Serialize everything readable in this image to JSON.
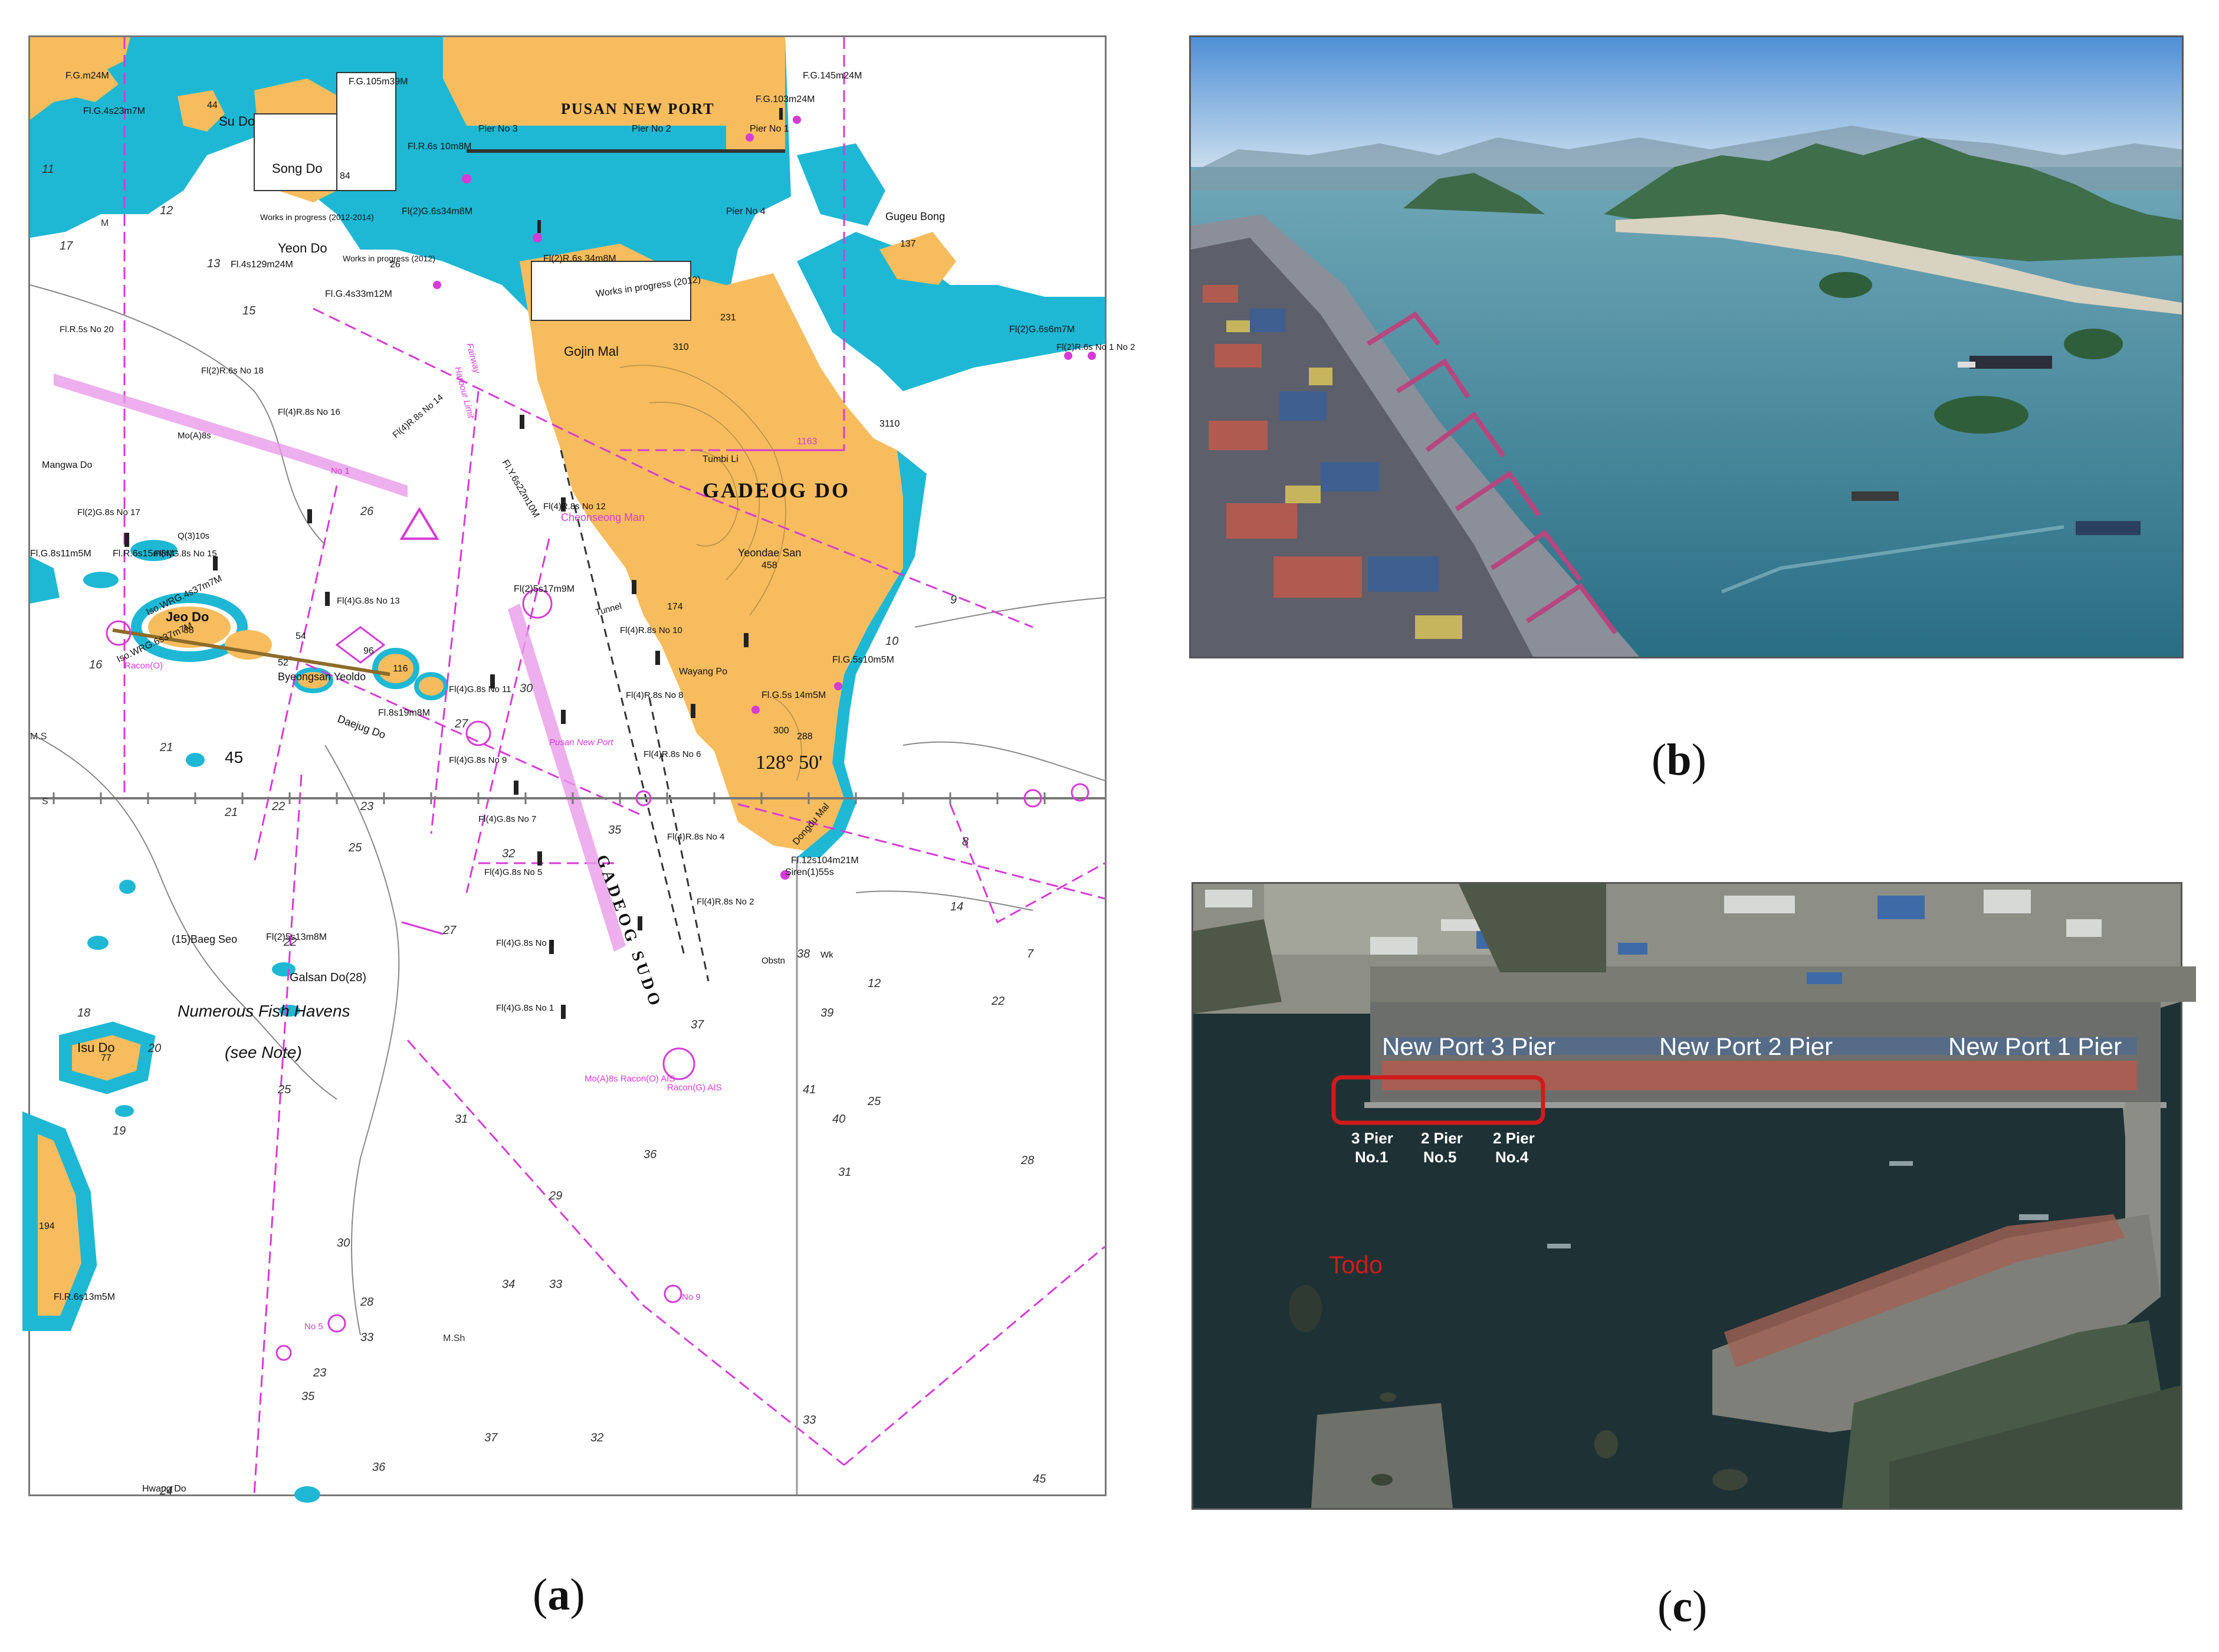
{
  "captions": {
    "a": "a",
    "b": "b",
    "c": "c"
  },
  "colors": {
    "land": "#f6bc5d",
    "shallow": "#1eb8d4",
    "deep": "#ffffff",
    "magenta": "#d63bd6",
    "ocean_b": "#2f7a8f",
    "ocean_c": "#1e3236",
    "highlight": "#d21a1a"
  },
  "chart": {
    "port_title": "PUSAN NEW PORT",
    "island_main": "GADEOG DO",
    "channel": "GADEOG SUDO",
    "fish_havens": "Numerous Fish Havens",
    "see_note": "(see Note)",
    "longitude": "128° 50'",
    "latitude_mark": "45",
    "places": [
      {
        "id": "song-do",
        "name": "Song Do"
      },
      {
        "id": "yeon-do",
        "name": "Yeon Do"
      },
      {
        "id": "jeo-do",
        "name": "Jeo Do"
      },
      {
        "id": "isu-do",
        "name": "Isu Do"
      },
      {
        "id": "su-do",
        "name": "Su Do"
      },
      {
        "id": "gugeu-bong",
        "name": "Gugeu Bong"
      },
      {
        "id": "gojin-mal",
        "name": "Gojin Mal"
      },
      {
        "id": "byeongsan",
        "name": "Byeongsan Yeoldo"
      },
      {
        "id": "daejug-do",
        "name": "Daejug Do"
      },
      {
        "id": "galsan-do",
        "name": "Galsan Do(28)"
      },
      {
        "id": "ubaeg-seo",
        "name": "(15)Baeg Seo"
      },
      {
        "id": "yeondae-san",
        "name": "Yeondae San"
      },
      {
        "id": "cheonseong",
        "name": "Cheonseong Man"
      },
      {
        "id": "tumbi-li",
        "name": "Tumbi Li"
      },
      {
        "id": "wayang-po",
        "name": "Wayang Po"
      },
      {
        "id": "dongdu-mal",
        "name": "Dongdu Mal"
      },
      {
        "id": "mangwa-do",
        "name": "Mangwa Do"
      },
      {
        "id": "hwang-do",
        "name": "Hwang Do"
      }
    ],
    "piers": [
      "Pier No 3",
      "Pier No 2",
      "Pier No 1",
      "Pier No 4"
    ],
    "works": [
      "Works in progress (2012-2014)",
      "Works in progress (2012)",
      "Works in progress (2012)"
    ],
    "lights": [
      "F.G.145m24M",
      "F.G.103m24M",
      "F.G.105m39M",
      "Fl.R.6s 10m8M",
      "Fl(2)G.6s34m8M",
      "Fl(2)R.6s 34m8M",
      "Fl.G.4s33m12M",
      "Fl.4s129m24M",
      "Fl.G.4s23m7M",
      "Fl.G.5s10m5M",
      "Fl.G.5s 14m5M",
      "Fl.12s104m21M",
      "Fl(2)5s13m8M",
      "Fl.8s19m8M",
      "Fl.R.6s13m5M",
      "Fl(2)G.6s6m7M",
      "Fl.Y.6s22m10M",
      "Fl.G.8s11m5M",
      "Fl(2)5s17m9M",
      "Iso.WRG.4s37m7M",
      "Iso.WRG.6s37m7M",
      "Fl.R.6s15m8M",
      "F.G.m24M",
      "Siren(1)55s"
    ],
    "buoys": [
      "Fl.R.5s No 20",
      "Fl(2)R.6s No 18",
      "Fl(4)R.8s No 16",
      "Mo(A)8s",
      "Fl(4)R.8s No 14",
      "Fl(4)R.8s No 12",
      "Fl(4)R.8s No 10",
      "Fl(4)R.8s No 8",
      "Fl(4)R.8s No 6",
      "Fl(4)R.8s No 4",
      "Fl(4)R.8s No 2",
      "Fl(4)G.8s No 15",
      "Fl(4)G.8s No 13",
      "Fl(4)G.8s No 11",
      "Fl(4)G.8s No 9",
      "Fl(4)G.8s No 7",
      "Fl(4)G.8s No 5",
      "Fl(4)G.8s No 3",
      "Fl(4)G.8s No 1",
      "Fl(2)G.8s No 17",
      "Q(3)10s",
      "Mo(A)8s Racon(O) AIS",
      "Fl(2)R.6s No 1 No 2",
      "No 1",
      "No 5",
      "No 9",
      "Racon(O)",
      "Racon(G) AIS",
      "Pusan New Port",
      "Harbour Limit",
      "Fairway",
      "Tunnel",
      "Obstn",
      "Wk"
    ],
    "heights": [
      "84",
      "44",
      "26",
      "137",
      "310",
      "231",
      "458",
      "174",
      "288",
      "300",
      "116",
      "96",
      "88",
      "54",
      "77",
      "194",
      "52",
      "3110",
      "1163"
    ],
    "soundings": [
      "11",
      "12",
      "13",
      "15",
      "16",
      "17",
      "18",
      "19",
      "20",
      "21",
      "22",
      "23",
      "24",
      "25",
      "26",
      "27",
      "28",
      "29",
      "30",
      "31",
      "32",
      "33",
      "34",
      "35",
      "36",
      "37",
      "38",
      "39",
      "40",
      "41",
      "45",
      "10",
      "9",
      "7",
      "8",
      "14",
      "12",
      "22",
      "25",
      "28",
      "31",
      "33",
      "32",
      "37",
      "36",
      "35",
      "33",
      "30",
      "27",
      "25",
      "21",
      "22",
      "23"
    ],
    "seabed": [
      "M",
      "M.Sh",
      "S",
      "M.S"
    ]
  },
  "photo_c": {
    "piers": [
      "New Port 3 Pier",
      "New Port 2 Pier",
      "New Port 1 Pier"
    ],
    "berths": [
      {
        "line1": "3 Pier",
        "line2": "No.1"
      },
      {
        "line1": "2 Pier",
        "line2": "No.5"
      },
      {
        "line1": "2 Pier",
        "line2": "No.4"
      }
    ],
    "island": "Todo"
  }
}
